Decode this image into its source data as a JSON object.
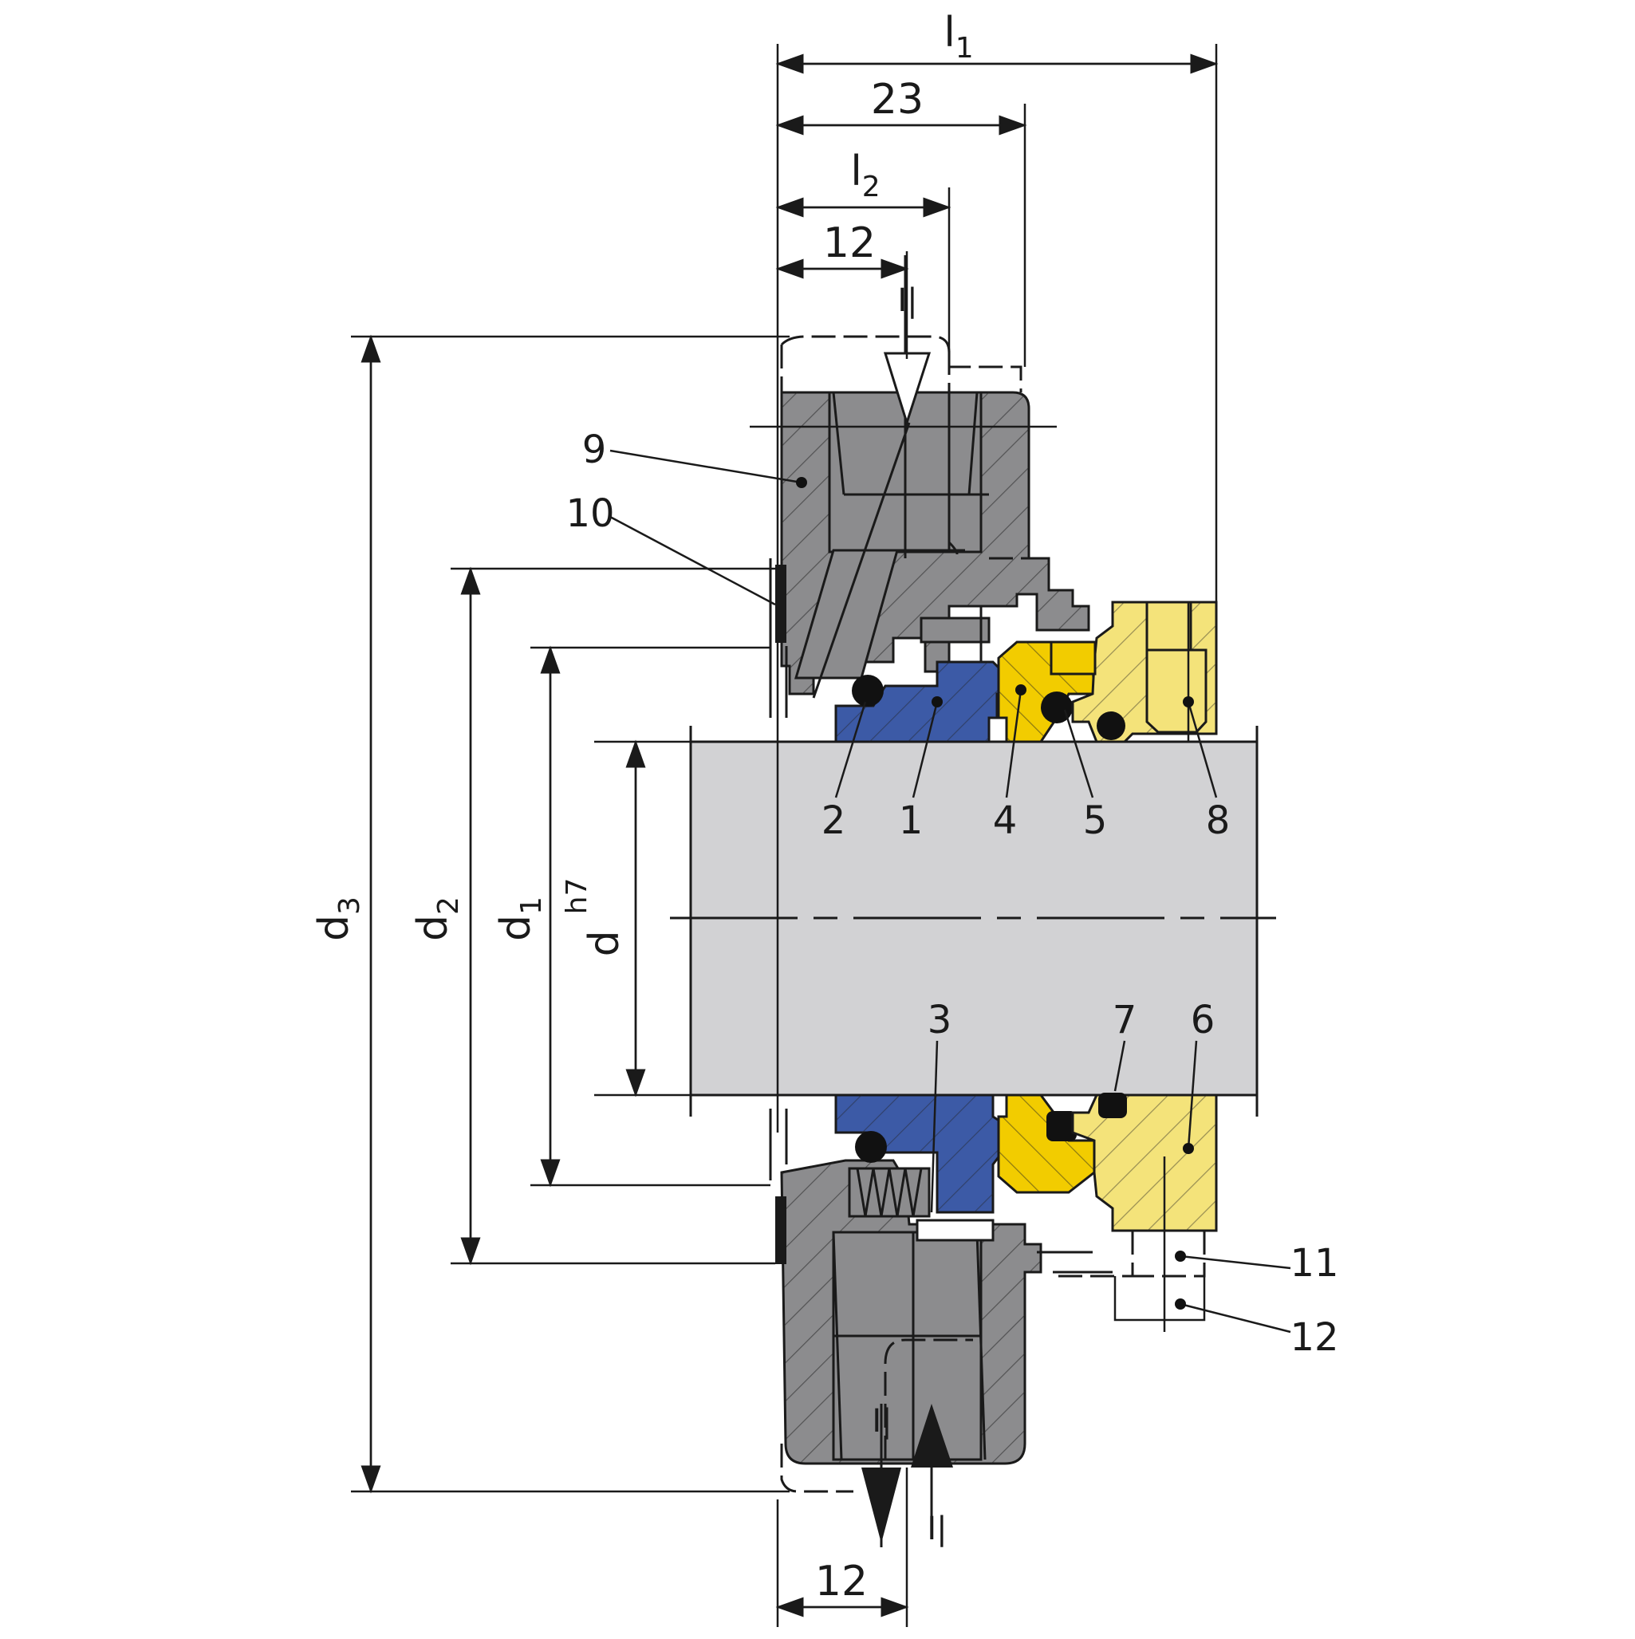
{
  "dimensions": {
    "l1": {
      "main": "l",
      "sub": "1"
    },
    "d23": "23",
    "l2": {
      "main": "l",
      "sub": "2"
    },
    "d12_top": "12",
    "d12_bottom": "12",
    "d3": {
      "main": "d",
      "sub": "3"
    },
    "d2": {
      "main": "d",
      "sub": "2"
    },
    "d1": {
      "main": "d",
      "sub": "1"
    },
    "d": {
      "main": "d",
      "sub": "h7"
    }
  },
  "flow_marks": {
    "top": "I|",
    "bottom_out": "I|",
    "bottom_in": "I|"
  },
  "parts": {
    "p1": "1",
    "p2": "2",
    "p3": "3",
    "p4": "4",
    "p5": "5",
    "p6": "6",
    "p7": "7",
    "p8": "8",
    "p9": "9",
    "p10": "10",
    "p11": "11",
    "p12": "12"
  },
  "colors": {
    "housing": "#8c8c8e",
    "shaft": "#d2d2d4",
    "rotor_blue": "#3c5aa6",
    "seat_yellow": "#f2cc00",
    "sleeve_yellow": "#f4e37a",
    "oring": "#111111",
    "line": "#1a1a1a"
  }
}
